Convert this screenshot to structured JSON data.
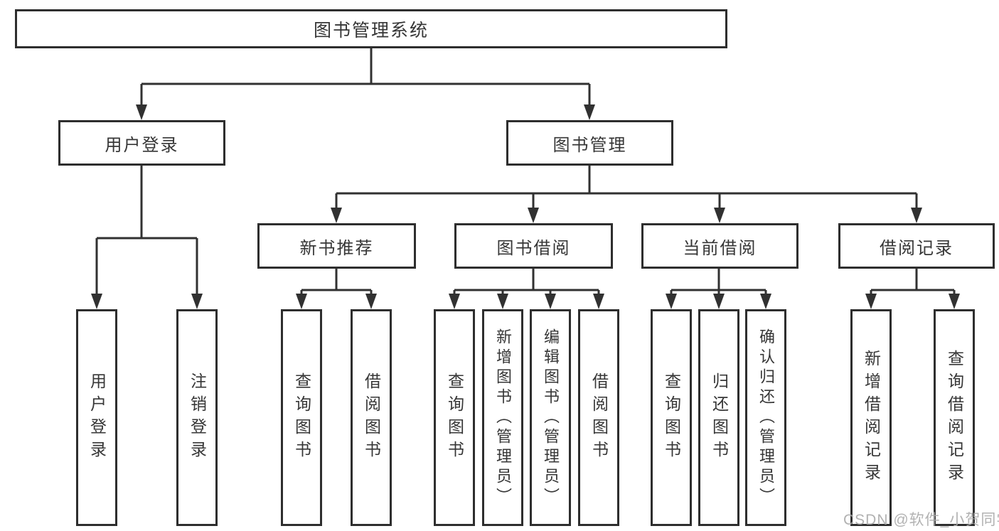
{
  "diagram": {
    "type": "tree",
    "title": "图书管理系统",
    "hierarchy": [
      {
        "parent": "图书管理系统",
        "children": [
          "用户登录",
          "图书管理"
        ]
      },
      {
        "parent": "用户登录",
        "children": [
          "用户登录",
          "注销登录"
        ]
      },
      {
        "parent": "图书管理",
        "children": [
          "新书推荐",
          "图书借阅",
          "当前借阅",
          "借阅记录"
        ]
      },
      {
        "parent": "新书推荐",
        "children": [
          "查询图书",
          "借阅图书"
        ]
      },
      {
        "parent": "图书借阅",
        "children": [
          "查询图书",
          "新增图书（管理员）",
          "编辑图书（管理员）",
          "借阅图书"
        ]
      },
      {
        "parent": "当前借阅",
        "children": [
          "查询图书",
          "归还图书",
          "确认归还（管理员）"
        ]
      },
      {
        "parent": "借阅记录",
        "children": [
          "新增借阅记录",
          "查询借阅记录"
        ]
      }
    ]
  },
  "nodes": {
    "root": {
      "label": "图书管理系统"
    },
    "user_login": {
      "label": "用户登录"
    },
    "book_mgmt": {
      "label": "图书管理"
    },
    "leaf_user_login": {
      "label": "用户登录"
    },
    "leaf_logout": {
      "label": "注销登录"
    },
    "new_book_rec": {
      "label": "新书推荐"
    },
    "book_borrow": {
      "label": "图书借阅"
    },
    "current_borrow": {
      "label": "当前借阅"
    },
    "borrow_record": {
      "label": "借阅记录"
    },
    "nbr_query": {
      "label": "查询图书"
    },
    "nbr_borrow": {
      "label": "借阅图书"
    },
    "bb_query": {
      "label": "查询图书"
    },
    "bb_add": {
      "label": "新增图书（管理员）"
    },
    "bb_edit": {
      "label": "编辑图书（管理员）"
    },
    "bb_borrow": {
      "label": "借阅图书"
    },
    "cb_query": {
      "label": "查询图书"
    },
    "cb_return": {
      "label": "归还图书"
    },
    "cb_confirm": {
      "label": "确认归还（管理员）"
    },
    "br_add": {
      "label": "新增借阅记录"
    },
    "br_query": {
      "label": "查询借阅记录"
    }
  },
  "watermark": "CSDN @软件_小贺同学",
  "colors": {
    "line": "#313131",
    "box_border": "#2e2e2e",
    "text": "#363636",
    "background": "#ffffff",
    "watermark": "#aaaaaa"
  }
}
